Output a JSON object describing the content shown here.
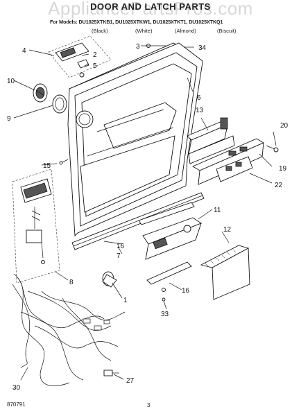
{
  "header": {
    "title": "DOOR AND LATCH PARTS",
    "watermark": "AppliancePartsPros.com",
    "models_line": "For Models: DU1025XTKB1, DU1025XTKW1, DU1025XTKT1, DU1025XTKQ1",
    "colors": [
      "(Black)",
      "(White)",
      "(Almond)",
      "(Biscuit)"
    ]
  },
  "callouts": [
    "1",
    "3",
    "4",
    "2",
    "5",
    "6",
    "7",
    "8",
    "9",
    "10",
    "11",
    "12",
    "13",
    "15",
    "16",
    "16",
    "19",
    "20",
    "22",
    "27",
    "30",
    "33",
    "34"
  ],
  "footer": {
    "doc_number": "870791",
    "page_number": "3"
  }
}
